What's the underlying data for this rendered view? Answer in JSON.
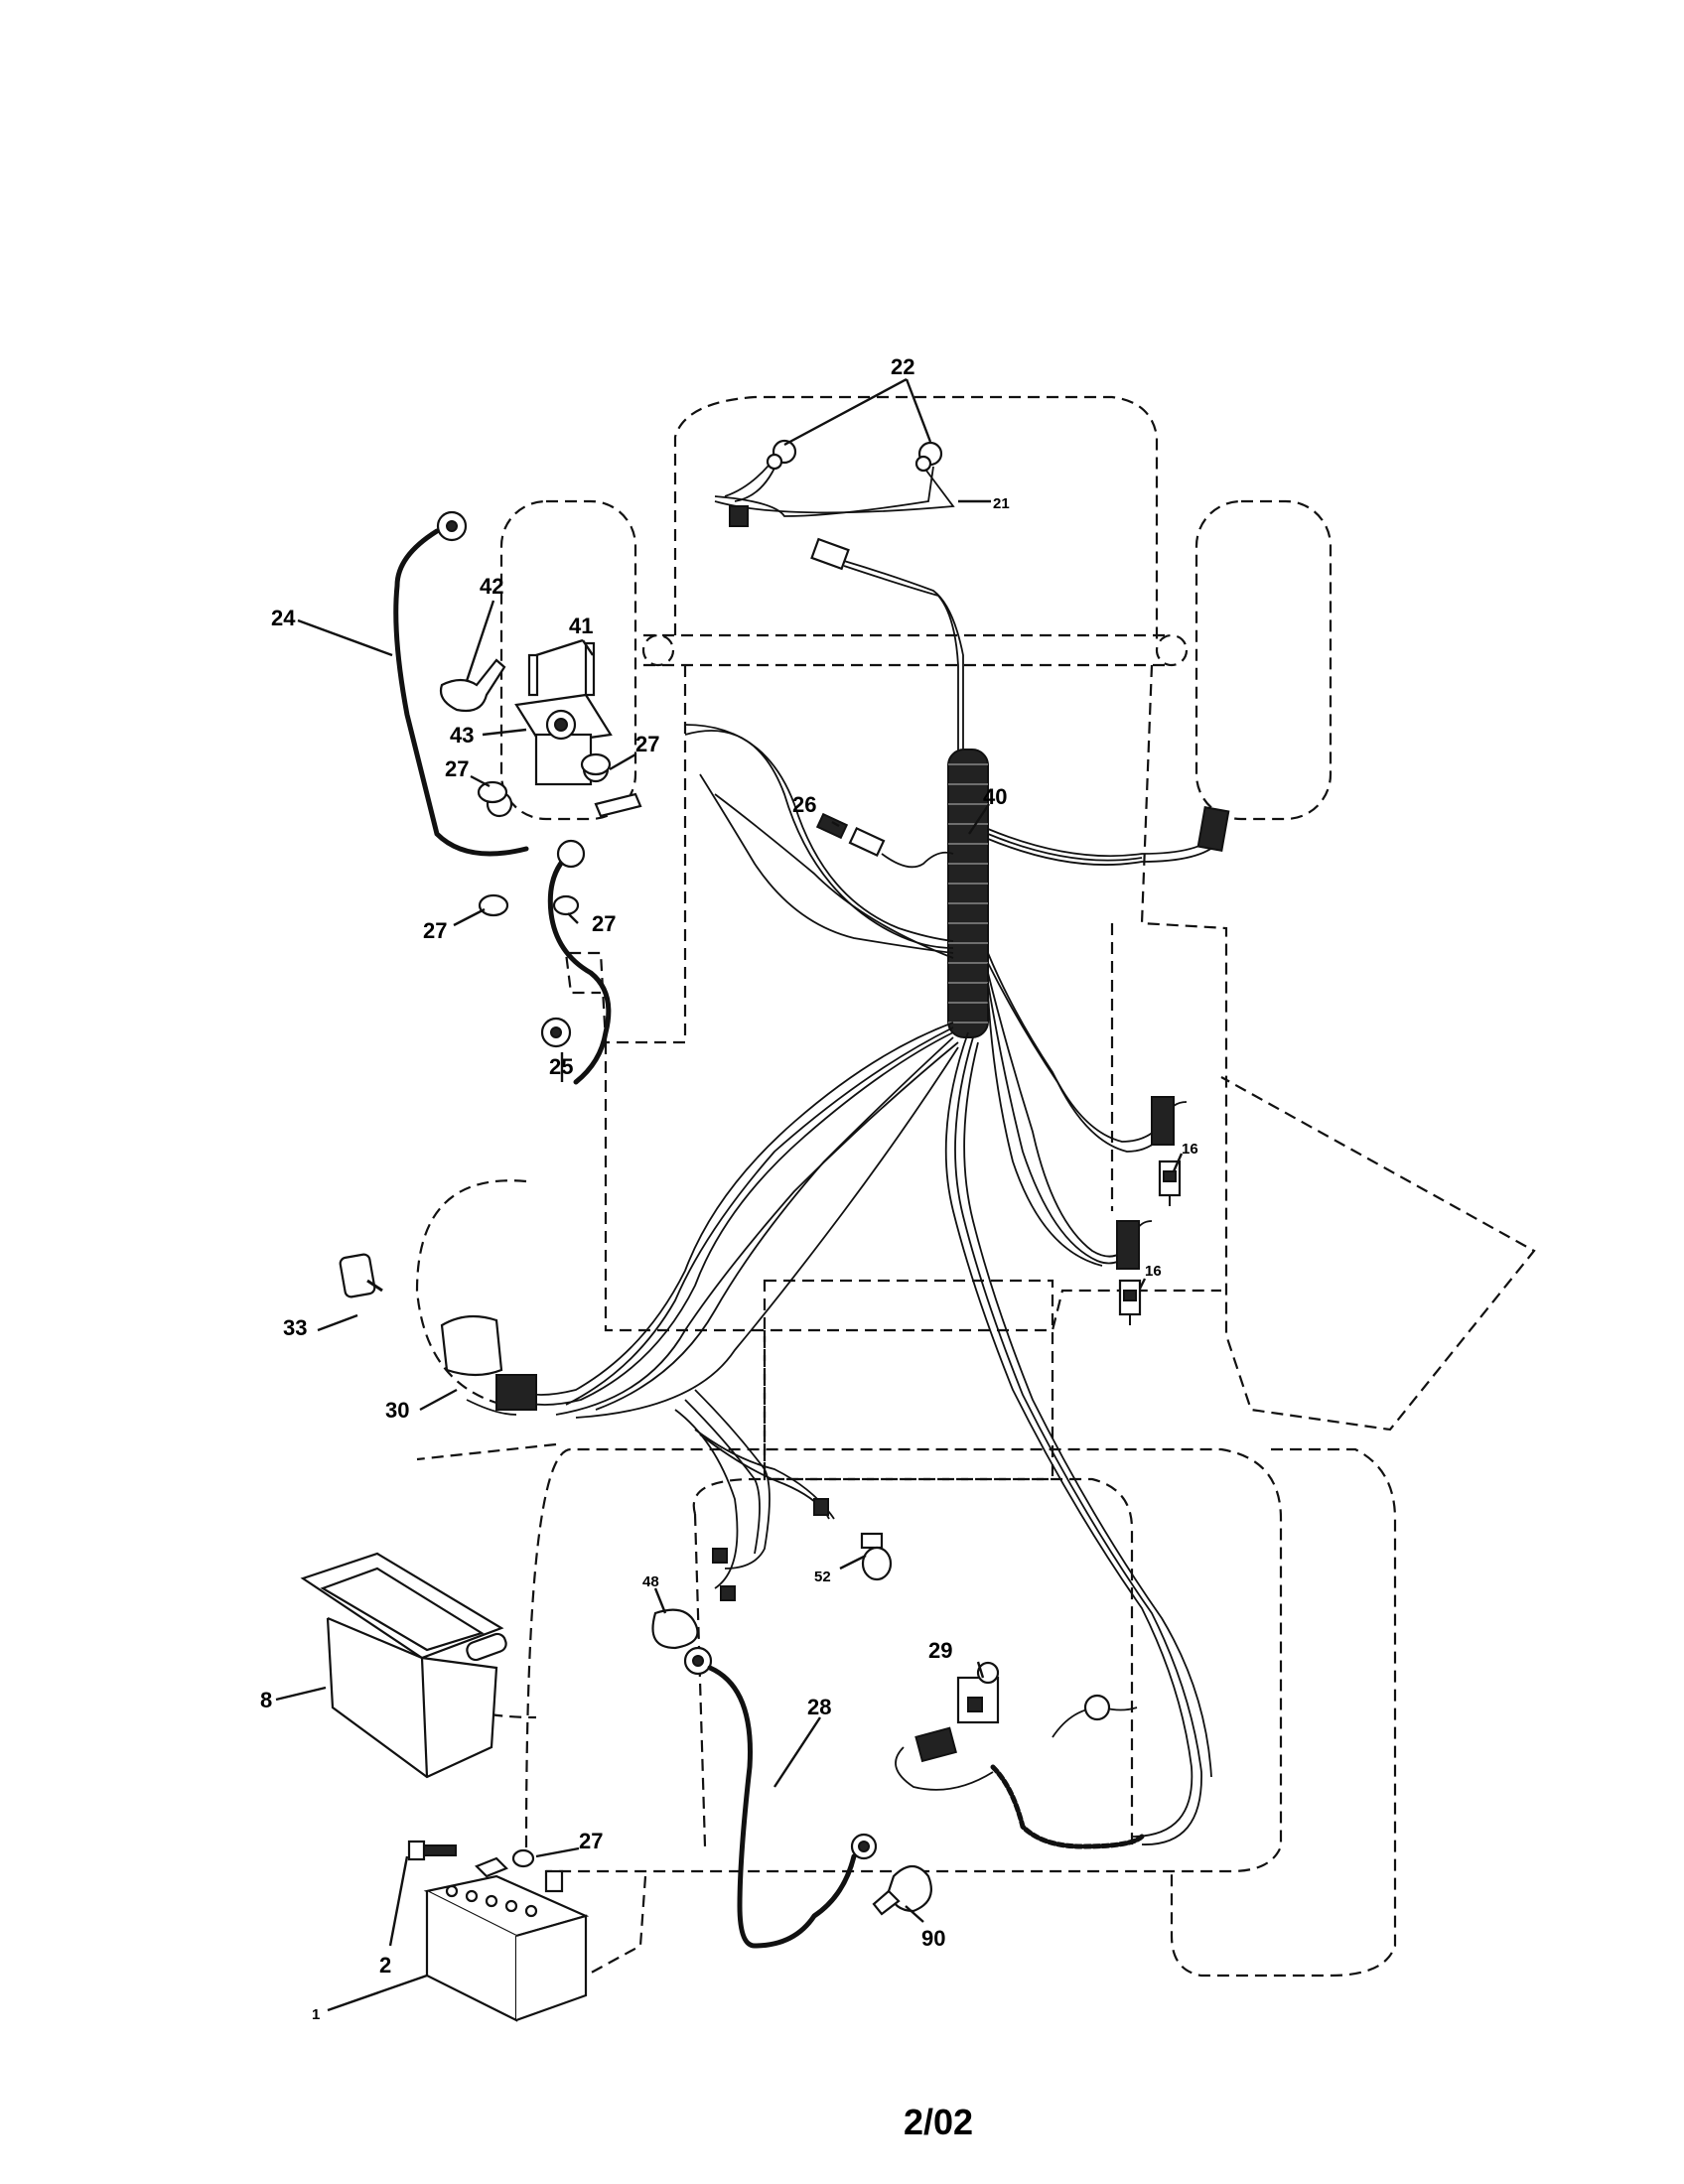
{
  "callouts": {
    "c1": "1",
    "c2": "2",
    "c8": "8",
    "c16a": "16",
    "c16b": "16",
    "c21": "21",
    "c22": "22",
    "c24": "24",
    "c25": "25",
    "c26": "26",
    "c27a": "27",
    "c27b": "27",
    "c27c": "27",
    "c27d": "27",
    "c27e": "27",
    "c28": "28",
    "c29": "29",
    "c30": "30",
    "c33": "33",
    "c40": "40",
    "c41": "41",
    "c42": "42",
    "c43": "43",
    "c48": "48",
    "c52": "52",
    "c90": "90"
  },
  "footer": {
    "date_code": "2/02"
  }
}
